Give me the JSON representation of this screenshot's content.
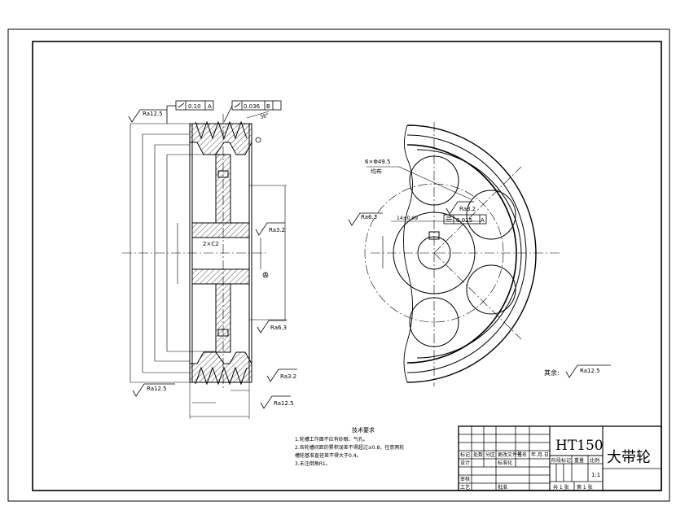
{
  "drawing": {
    "roughness_callouts": {
      "top_left": "Ra12.5",
      "bottom_left": "Ra12.5",
      "bore": "Ra3.2",
      "hub_face": "Ra6.3",
      "groove": "Ra3.2",
      "bottom_right": "Ra12.5",
      "right_view_keyway": "Ra3.2",
      "right_view_side": "Ra6.3"
    },
    "tolerance_frames": {
      "runout": {
        "value": "0.10",
        "datum": "A"
      },
      "circular_runout": {
        "value": "0.036",
        "datum": "B"
      },
      "symmetry": {
        "value": "0.015",
        "datum": "A"
      }
    },
    "annotations": {
      "chamfer": "2×C2",
      "holes": "6×Φ49.5",
      "holes_note": "均布",
      "key_width": "14±0.09",
      "rest_label": "其余:",
      "rest_roughness": "Ra12.5",
      "angle": "38°",
      "datum_circle": "A"
    },
    "tech_requirements": {
      "heading": "技术要求",
      "items": [
        "1.轮槽工作面不应有砂眼、气孔。",
        "2.各轮槽间距的累积误差不得超过±0.8，任意两轮",
        "槽轮基准直径差不得大于0.4。",
        "3.未注倒角R1。"
      ]
    }
  },
  "title_block": {
    "material": "HT150",
    "part_name": "大带轮",
    "scale": "1:1",
    "sheets_total": "共 1 张",
    "sheet_no": "第 1 张",
    "labels": {
      "mark": "标记",
      "count": "处数",
      "zone": "分区",
      "doc": "更改文件号",
      "sign": "签名",
      "date": "年.月.日",
      "design": "设计",
      "std": "标准化",
      "review": "审核",
      "process": "工艺",
      "approve": "批准",
      "stage": "阶段标记",
      "weight": "重量",
      "scale_label": "比例"
    }
  }
}
